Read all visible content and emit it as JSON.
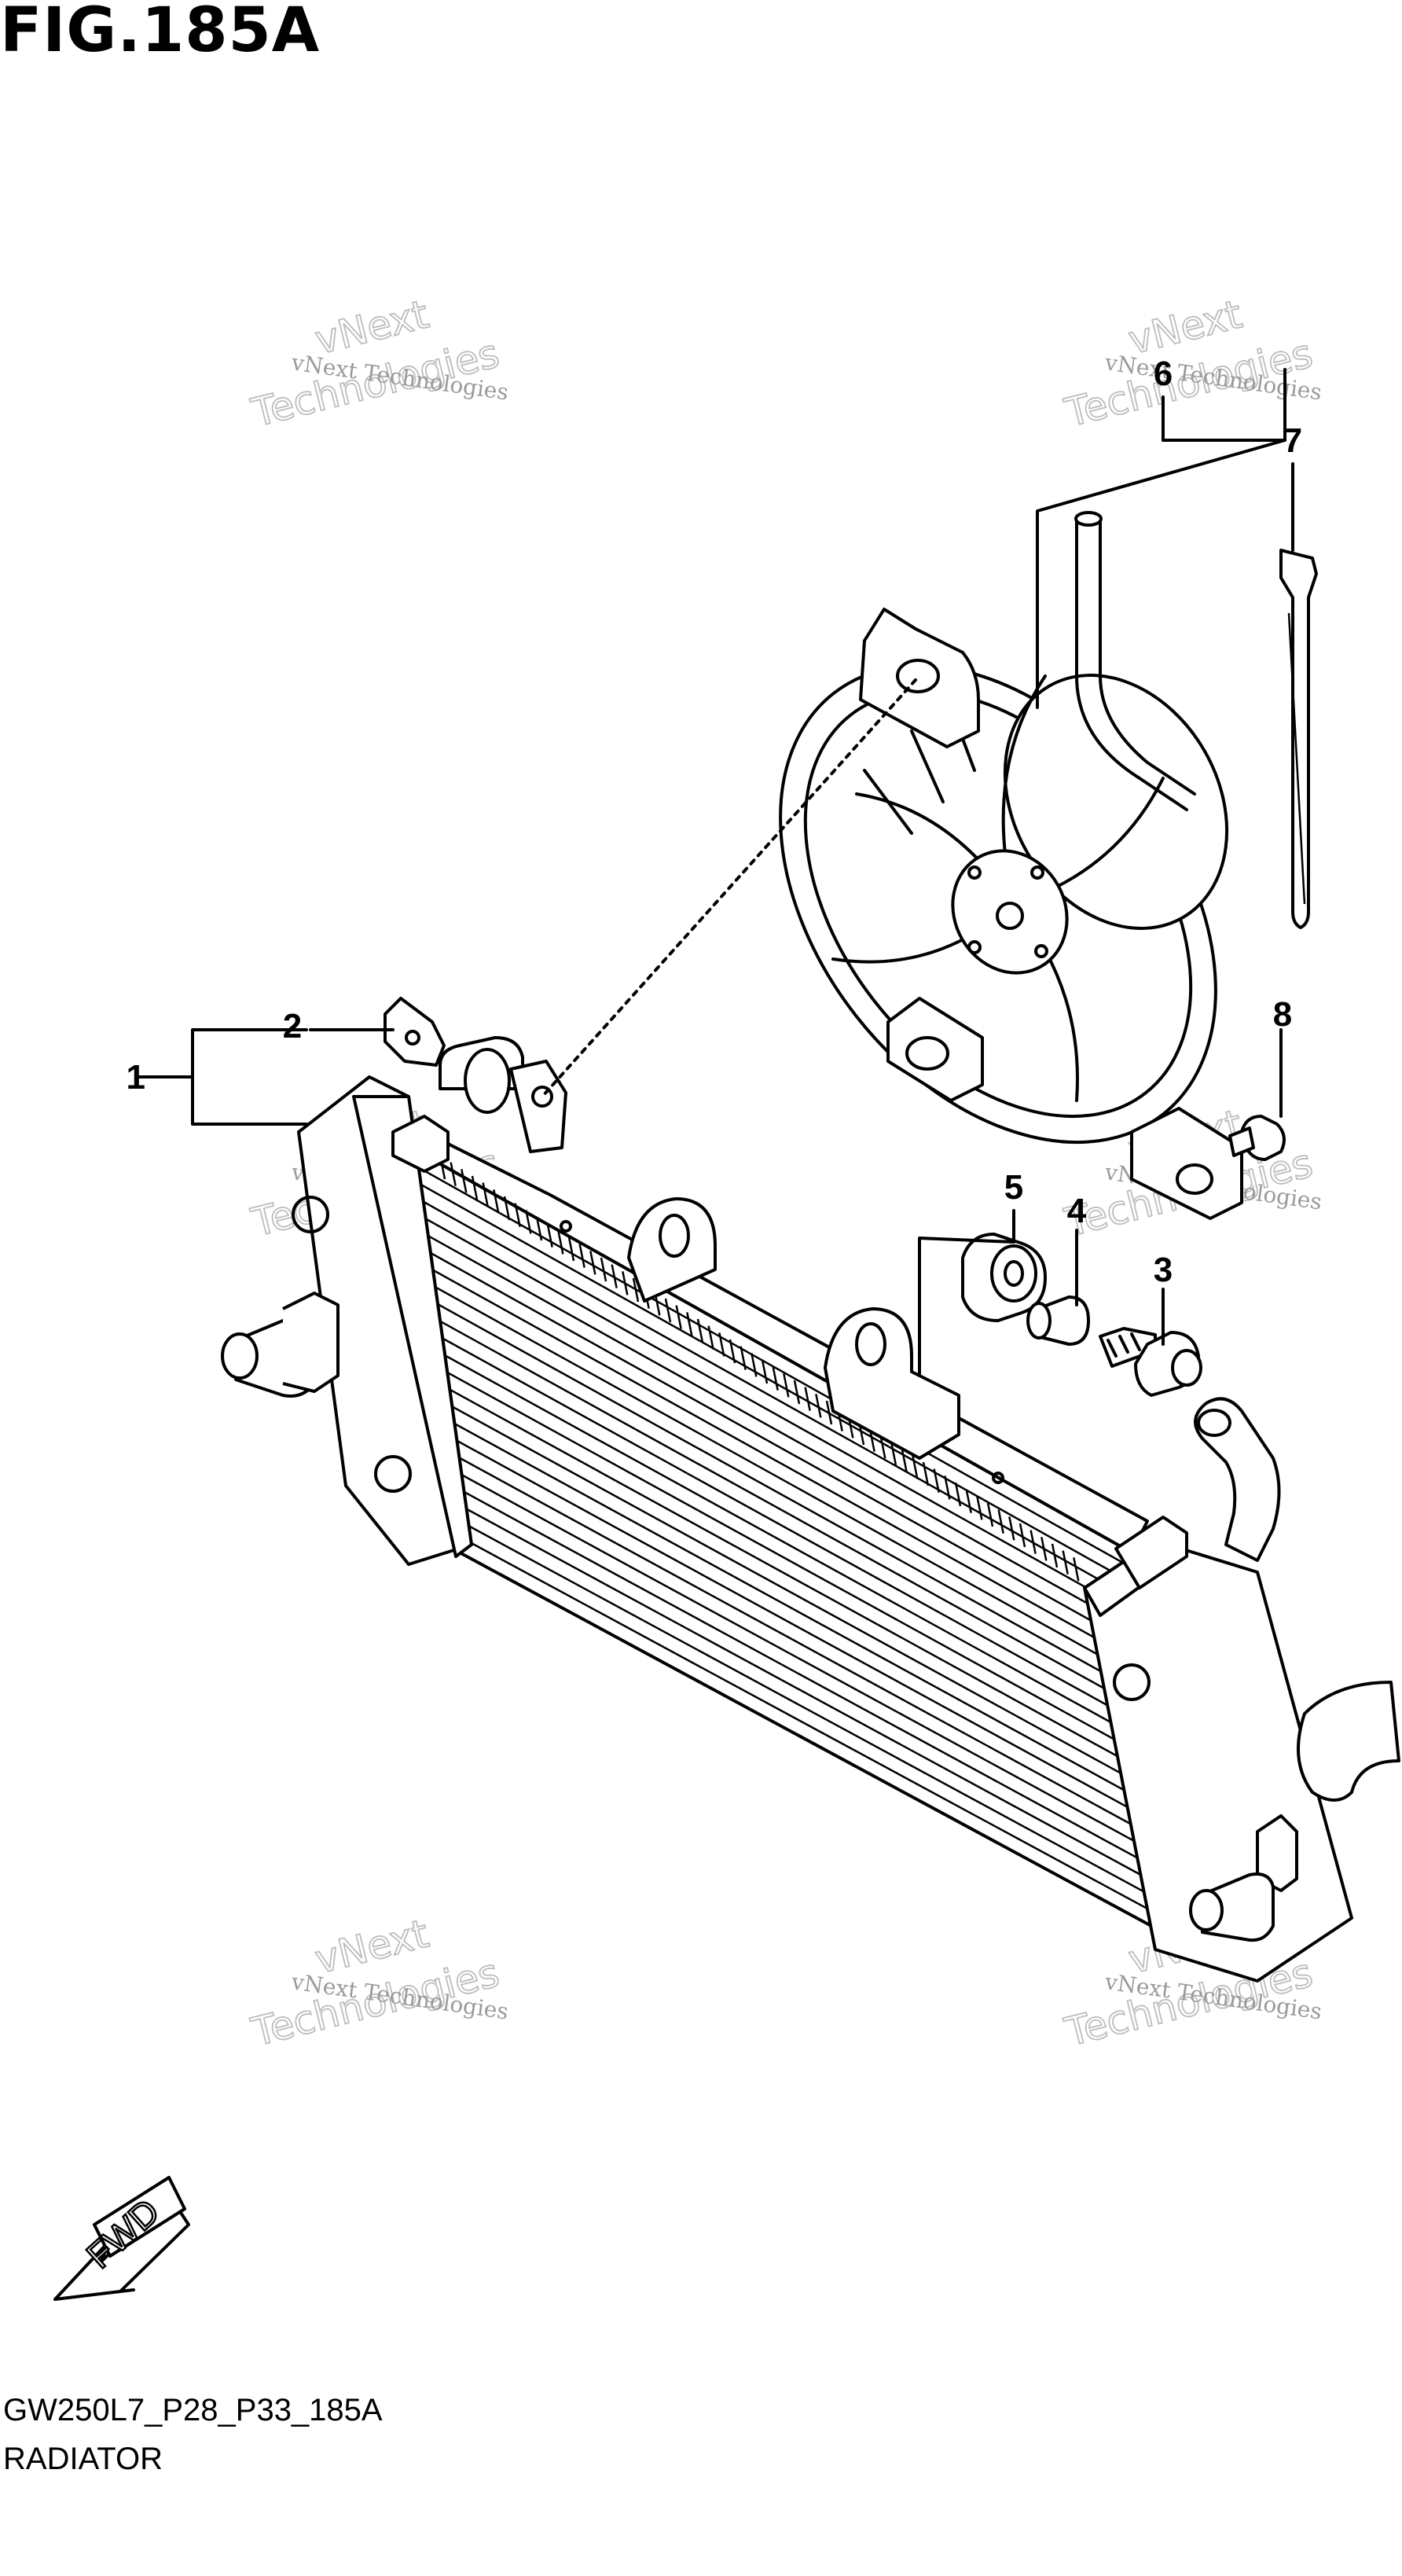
{
  "figure": {
    "title": "FIG.185A",
    "code": "GW250L7_P28_P33_185A",
    "name": "RADIATOR"
  },
  "callouts": [
    "1",
    "2",
    "3",
    "4",
    "5",
    "6",
    "7",
    "8"
  ],
  "watermark": {
    "small": "vNext Technologies",
    "big_top": "vNext",
    "big_bottom": "Technologies"
  },
  "fwd_label": "FWD"
}
